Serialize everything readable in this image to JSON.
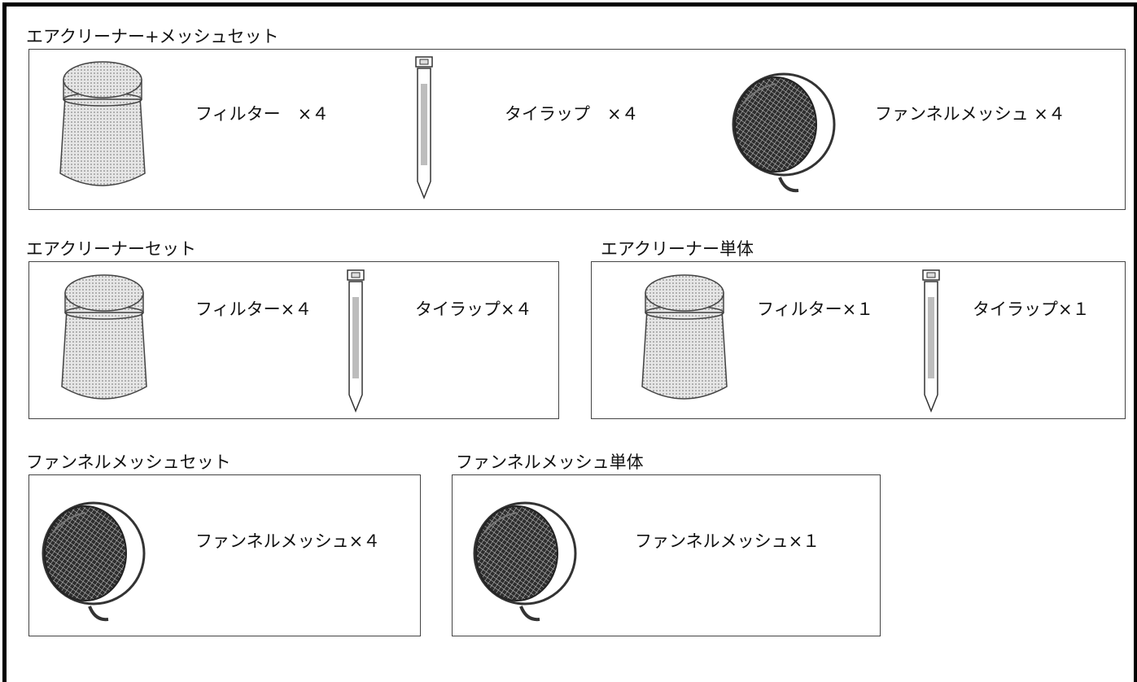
{
  "sections": {
    "air_mesh_set": {
      "title": "エアクリーナー+メッシュセット",
      "filter": "フィルター　×４",
      "tie": "タイラップ　×４",
      "mesh": "ファンネルメッシュ ×４"
    },
    "air_set": {
      "title": "エアクリーナーセット",
      "filter": "フィルター×４",
      "tie": "タイラップ×４"
    },
    "air_single": {
      "title": "エアクリーナー単体",
      "filter": "フィルター×１",
      "tie": "タイラップ×１"
    },
    "mesh_set": {
      "title": "ファンネルメッシュセット",
      "mesh": "ファンネルメッシュ×４"
    },
    "mesh_single": {
      "title": "ファンネルメッシュ単体",
      "mesh": "ファンネルメッシュ×１"
    }
  },
  "icons": [
    "air-filter-icon",
    "cable-tie-icon",
    "funnel-mesh-icon"
  ]
}
